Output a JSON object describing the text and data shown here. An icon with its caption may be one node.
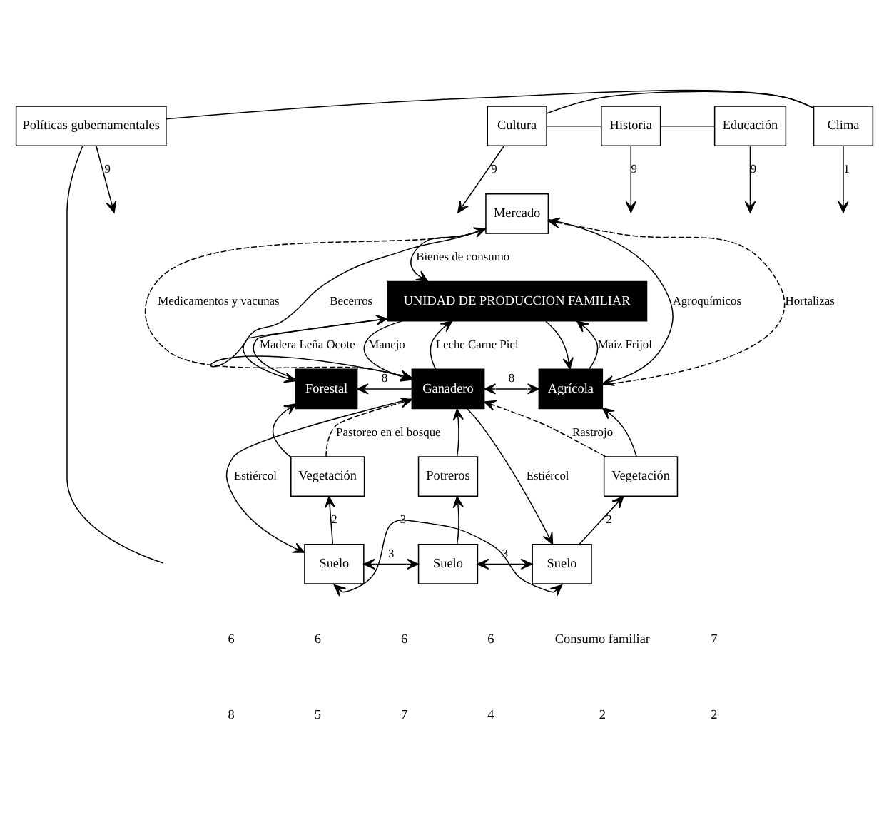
{
  "diagram": {
    "nodes": [
      {
        "text": [
          "Políticas gubernamentales"
        ]
      },
      {
        "text": [
          "Clima"
        ]
      },
      {
        "text": [
          "Cultura"
        ]
      },
      {
        "text": [
          "Historia"
        ]
      },
      {
        "text": [
          "Educación"
        ]
      },
      {
        "text": [
          "Mercado"
        ]
      },
      {
        "text": [
          "UNIDAD DE PRODUCCION FAMILIAR"
        ]
      },
      {
        "text": [
          "Forestal"
        ]
      },
      {
        "text": [
          "Ganadero"
        ]
      },
      {
        "text": [
          "Agrícola"
        ]
      },
      {
        "text": [
          "Vegetación"
        ]
      },
      {
        "text": [
          "Potreros"
        ]
      },
      {
        "text": [
          "Vegetación"
        ]
      },
      {
        "text": [
          "Suelo"
        ]
      },
      {
        "text": [
          "Suelo"
        ]
      },
      {
        "text": [
          "Suelo"
        ]
      }
    ],
    "edges": [
      {
        "from": 0,
        "to": 1,
        "arrow": "none"
      },
      {
        "from": 1,
        "to": 2,
        "arrow": "none"
      },
      {
        "from": 2,
        "to": 3,
        "arrow": "none"
      },
      {
        "from": 3,
        "to": 4,
        "arrow": "none"
      },
      {
        "from": 0,
        "to": null,
        "arrow": "none"
      },
      {
        "from": 0,
        "to": null,
        "arrow": "to",
        "label": "9"
      },
      {
        "from": 1,
        "to": null,
        "arrow": "to",
        "label": "1"
      },
      {
        "from": 2,
        "to": null,
        "arrow": "to",
        "label": "9"
      },
      {
        "from": 3,
        "to": null,
        "arrow": "to",
        "label": "9"
      },
      {
        "from": 4,
        "to": null,
        "arrow": "to",
        "label": "9"
      },
      {
        "from": 9,
        "to": 5,
        "arrow": "to",
        "label": "Hortalizas",
        "style": "dashed"
      },
      {
        "from": 5,
        "to": 8,
        "arrow": "to",
        "label": "Medicamentos y vacunas",
        "style": "dashed"
      },
      {
        "from": 5,
        "to": 6,
        "arrow": "to",
        "label": "Bienes de consumo"
      },
      {
        "from": 8,
        "to": 5,
        "arrow": "to",
        "label": "Becerros"
      },
      {
        "from": 5,
        "to": 9,
        "arrow": "to",
        "label": "Agroquímicos"
      },
      {
        "from": 7,
        "to": 6,
        "arrow": "to",
        "label": "Madera Leña Ocote"
      },
      {
        "from": 9,
        "to": 6,
        "arrow": "to",
        "label": "Maíz Frijol"
      },
      {
        "from": 6,
        "to": 8,
        "arrow": "to",
        "label": "Manejo"
      },
      {
        "from": 8,
        "to": 6,
        "arrow": "to",
        "label": "Leche Carne Piel"
      },
      {
        "from": 6,
        "to": 7,
        "arrow": "to"
      },
      {
        "from": 6,
        "to": 9,
        "arrow": "to"
      },
      {
        "from": 8,
        "to": 7,
        "arrow": "to",
        "label": "8"
      },
      {
        "from": 8,
        "to": 9,
        "arrow": "both",
        "label": "8"
      },
      {
        "from": 10,
        "to": 8,
        "arrow": "to",
        "label": "Pastoreo en el bosque",
        "style": "dashed"
      },
      {
        "from": 12,
        "to": 8,
        "arrow": "to",
        "label": "Rastrojo",
        "style": "dashed"
      },
      {
        "from": 8,
        "to": 13,
        "arrow": "to",
        "label": "Estiércol"
      },
      {
        "from": 8,
        "to": 15,
        "arrow": "to",
        "label": "Estiércol"
      },
      {
        "from": 10,
        "to": 7,
        "arrow": "to"
      },
      {
        "from": 11,
        "to": 8,
        "arrow": "to"
      },
      {
        "from": 12,
        "to": 9,
        "arrow": "to"
      },
      {
        "from": 13,
        "to": 10,
        "arrow": "to",
        "label": "2"
      },
      {
        "from": 14,
        "to": 11,
        "arrow": "to"
      },
      {
        "from": 15,
        "to": 12,
        "arrow": "to",
        "label": "2"
      },
      {
        "from": 13,
        "to": 14,
        "arrow": "both",
        "label": "3"
      },
      {
        "from": 14,
        "to": 15,
        "arrow": "both",
        "label": "3"
      },
      {
        "from": 13,
        "to": 15,
        "arrow": "both",
        "label": "3"
      }
    ],
    "labels": [
      "6",
      "6",
      "6",
      "6",
      "Consumo familiar",
      "7",
      "8",
      "5",
      "7",
      "4",
      "2",
      "2"
    ]
  }
}
